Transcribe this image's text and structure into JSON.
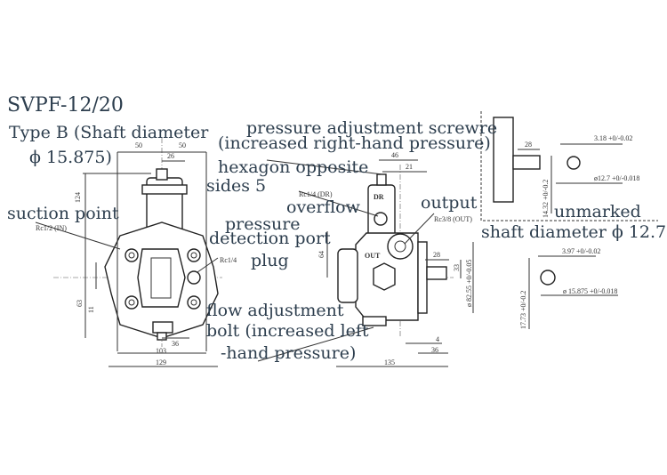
{
  "title": "SVPF-12/20",
  "subtitle_line1": "Type B (Shaft diameter",
  "subtitle_line2": "ϕ 15.875)",
  "callouts": {
    "pressure_adj_1": "pressure adjustment screwre",
    "pressure_adj_2": "(increased right-hand pressure)",
    "hexagon_1": "hexagon opposite",
    "hexagon_2": "sides 5",
    "overflow_port": "Rc1/4 (DR)",
    "overflow": "overflow",
    "output": "output",
    "output_port": "Rc3/8 (OUT)",
    "suction": "suction point",
    "suction_port": "Rc1/2 (IN)",
    "pdp_1": "pressure",
    "pdp_2": "detection port",
    "pdp_3": "plug",
    "pdp_port": "Rc1/4",
    "flow_1": "flow adjustment",
    "flow_2": "bolt (increased left",
    "flow_3": "-hand pressure)",
    "unmarked": "unmarked",
    "shaft127": "shaft diameter ϕ 12.7"
  },
  "front_dims": {
    "w50a": "50",
    "w50b": "50",
    "w26": "26",
    "h124": "124",
    "h11": "11",
    "h63": "63",
    "w36": "36",
    "w103": "103",
    "w129": "129"
  },
  "side_dims": {
    "w46": "46",
    "w21": "21",
    "h64": "64",
    "w28": "28",
    "h33": "33",
    "d8255": "ø 82.55 +0/-0.05",
    "w4": "4",
    "w36": "36",
    "w135": "135",
    "dr": "DR",
    "out": "OUT"
  },
  "shaft_dims": {
    "w28": "28",
    "k318": "3.18 +0/-0.02",
    "d127": "ø12.7 +0/-0.018",
    "h1432": "14.32 +0/-0.2",
    "k397": "3.97 +0/-0.02",
    "d15875": "ø 15.875 +0/-0.018",
    "h1773": "17.73 +0/-0.2"
  }
}
